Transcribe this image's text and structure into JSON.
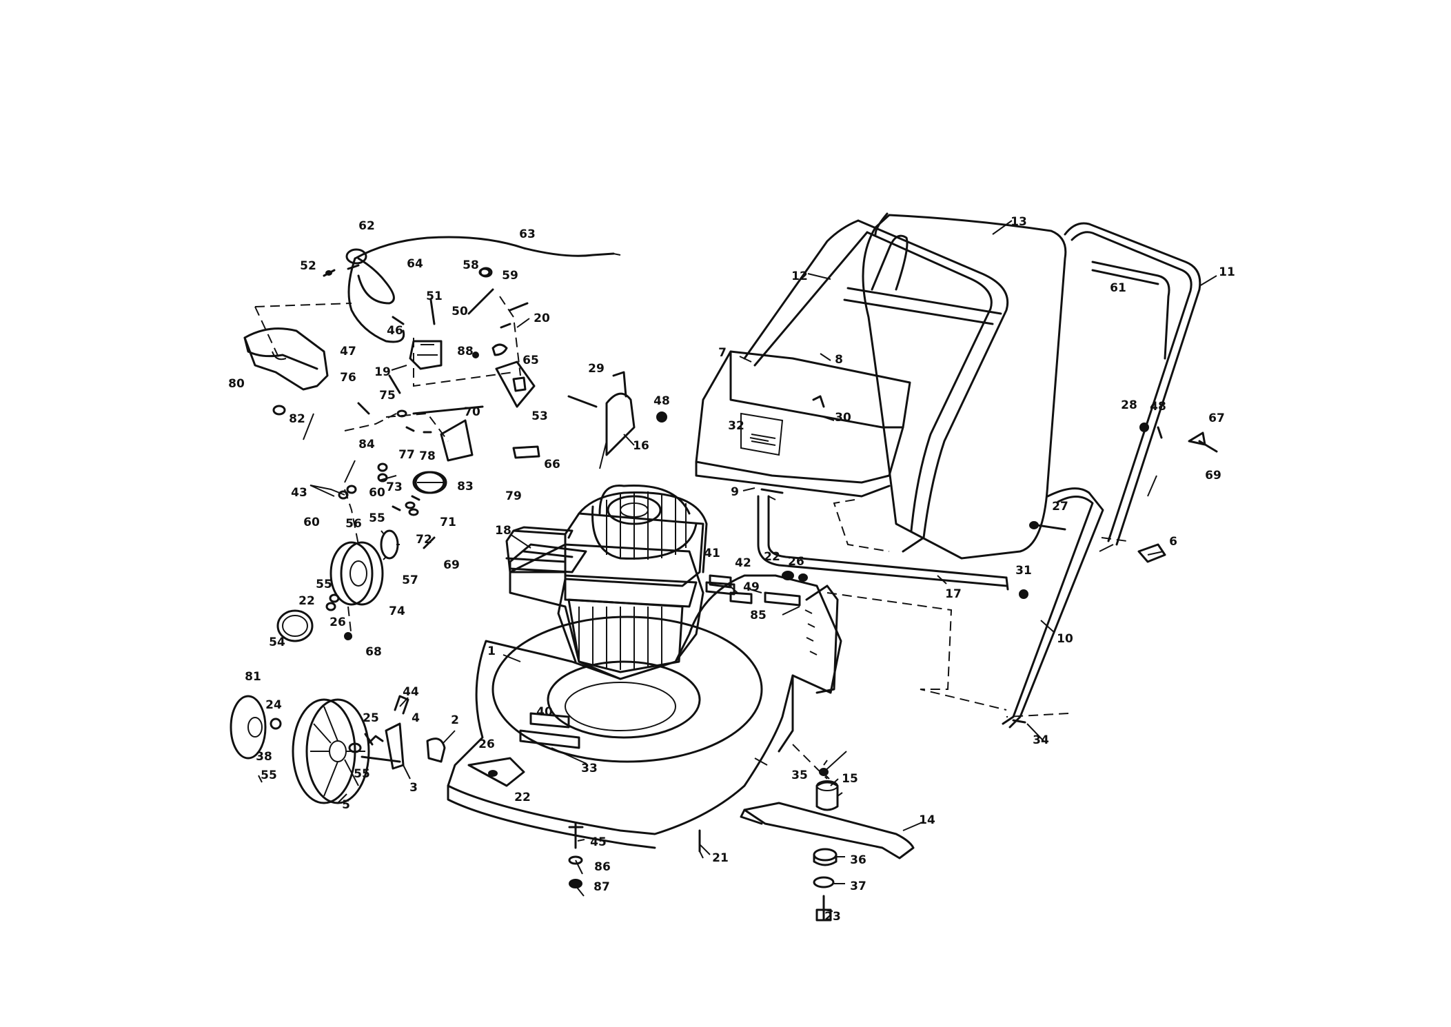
{
  "callouts": [
    {
      "id": "p1",
      "label": "1"
    },
    {
      "id": "p2",
      "label": "2"
    },
    {
      "id": "p3",
      "label": "3"
    },
    {
      "id": "p4",
      "label": "4"
    },
    {
      "id": "p5",
      "label": "5"
    },
    {
      "id": "p6",
      "label": "6"
    },
    {
      "id": "p7",
      "label": "7"
    },
    {
      "id": "p8",
      "label": "8"
    },
    {
      "id": "p9",
      "label": "9"
    },
    {
      "id": "p10",
      "label": "10"
    },
    {
      "id": "p11",
      "label": "11"
    },
    {
      "id": "p12",
      "label": "12"
    },
    {
      "id": "p13",
      "label": "13"
    },
    {
      "id": "p14",
      "label": "14"
    },
    {
      "id": "p15",
      "label": "15"
    },
    {
      "id": "p16",
      "label": "16"
    },
    {
      "id": "p17",
      "label": "17"
    },
    {
      "id": "p18",
      "label": "18"
    },
    {
      "id": "p19",
      "label": "19"
    },
    {
      "id": "p20",
      "label": "20"
    },
    {
      "id": "p21",
      "label": "21"
    },
    {
      "id": "p22a",
      "label": "22"
    },
    {
      "id": "p22b",
      "label": "22"
    },
    {
      "id": "p22c",
      "label": "22"
    },
    {
      "id": "p23",
      "label": "23"
    },
    {
      "id": "p24",
      "label": "24"
    },
    {
      "id": "p25",
      "label": "25"
    },
    {
      "id": "p26a",
      "label": "26"
    },
    {
      "id": "p26b",
      "label": "26"
    },
    {
      "id": "p26c",
      "label": "26"
    },
    {
      "id": "p27",
      "label": "27"
    },
    {
      "id": "p28",
      "label": "28"
    },
    {
      "id": "p29",
      "label": "29"
    },
    {
      "id": "p30",
      "label": "30"
    },
    {
      "id": "p31",
      "label": "31"
    },
    {
      "id": "p32",
      "label": "32"
    },
    {
      "id": "p33",
      "label": "33"
    },
    {
      "id": "p34",
      "label": "34"
    },
    {
      "id": "p35",
      "label": "35"
    },
    {
      "id": "p36",
      "label": "36"
    },
    {
      "id": "p37",
      "label": "37"
    },
    {
      "id": "p38",
      "label": "38"
    },
    {
      "id": "p40",
      "label": "40"
    },
    {
      "id": "p41",
      "label": "41"
    },
    {
      "id": "p42",
      "label": "42"
    },
    {
      "id": "p43",
      "label": "43"
    },
    {
      "id": "p44",
      "label": "44"
    },
    {
      "id": "p45",
      "label": "45"
    },
    {
      "id": "p46",
      "label": "46"
    },
    {
      "id": "p47",
      "label": "47"
    },
    {
      "id": "p48a",
      "label": "48"
    },
    {
      "id": "p48b",
      "label": "48"
    },
    {
      "id": "p49",
      "label": "49"
    },
    {
      "id": "p50",
      "label": "50"
    },
    {
      "id": "p51",
      "label": "51"
    },
    {
      "id": "p52",
      "label": "52"
    },
    {
      "id": "p53",
      "label": "53"
    },
    {
      "id": "p54",
      "label": "54"
    },
    {
      "id": "p55a",
      "label": "55"
    },
    {
      "id": "p55b",
      "label": "55"
    },
    {
      "id": "p55c",
      "label": "55"
    },
    {
      "id": "p55d",
      "label": "55"
    },
    {
      "id": "p56",
      "label": "56"
    },
    {
      "id": "p57",
      "label": "57"
    },
    {
      "id": "p58",
      "label": "58"
    },
    {
      "id": "p59",
      "label": "59"
    },
    {
      "id": "p60a",
      "label": "60"
    },
    {
      "id": "p60b",
      "label": "60"
    },
    {
      "id": "p61",
      "label": "61"
    },
    {
      "id": "p62",
      "label": "62"
    },
    {
      "id": "p63",
      "label": "63"
    },
    {
      "id": "p64",
      "label": "64"
    },
    {
      "id": "p65",
      "label": "65"
    },
    {
      "id": "p66",
      "label": "66"
    },
    {
      "id": "p67",
      "label": "67"
    },
    {
      "id": "p68",
      "label": "68"
    },
    {
      "id": "p69a",
      "label": "69"
    },
    {
      "id": "p69b",
      "label": "69"
    },
    {
      "id": "p70",
      "label": "70"
    },
    {
      "id": "p71",
      "label": "71"
    },
    {
      "id": "p72",
      "label": "72"
    },
    {
      "id": "p73",
      "label": "73"
    },
    {
      "id": "p74",
      "label": "74"
    },
    {
      "id": "p75",
      "label": "75"
    },
    {
      "id": "p76",
      "label": "76"
    },
    {
      "id": "p77",
      "label": "77"
    },
    {
      "id": "p78",
      "label": "78"
    },
    {
      "id": "p79",
      "label": "79"
    },
    {
      "id": "p80",
      "label": "80"
    },
    {
      "id": "p81",
      "label": "81"
    },
    {
      "id": "p82",
      "label": "82"
    },
    {
      "id": "p83",
      "label": "83"
    },
    {
      "id": "p84",
      "label": "84"
    },
    {
      "id": "p85",
      "label": "85"
    },
    {
      "id": "p86",
      "label": "86"
    },
    {
      "id": "p87",
      "label": "87"
    },
    {
      "id": "p88",
      "label": "88"
    }
  ]
}
